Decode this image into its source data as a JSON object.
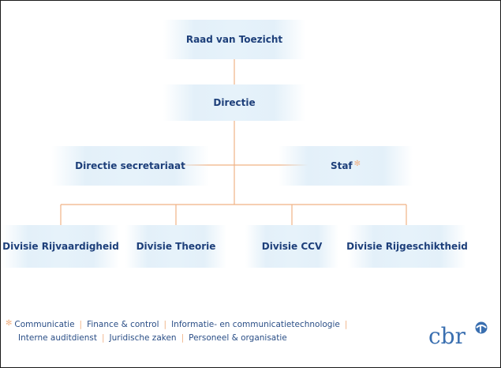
{
  "org_chart": {
    "top": "Raad van Toezicht",
    "director": "Directie",
    "left_support": "Directie secretariaat",
    "right_support": "Staf",
    "divisions": [
      "Divisie Rijvaardigheid",
      "Divisie Theorie",
      "Divisie CCV",
      "Divisie Rijgeschiktheid"
    ]
  },
  "footer": {
    "line1": [
      "Communicatie",
      "Finance & control",
      "Informatie- en communicatietechnologie"
    ],
    "line2": [
      "Interne auditdienst",
      "Juridische zaken",
      "Personeel & organisatie"
    ]
  },
  "logo": {
    "text": "cbr"
  },
  "colors": {
    "node_text": "#1d3f7a",
    "node_fill": "#e6f2fa",
    "connector": "#f0b285",
    "footer_text": "#2a4e86",
    "logo": "#3a6fb0"
  },
  "icons": {
    "staf_marker": "star-icon",
    "footer_marker": "star-icon"
  }
}
